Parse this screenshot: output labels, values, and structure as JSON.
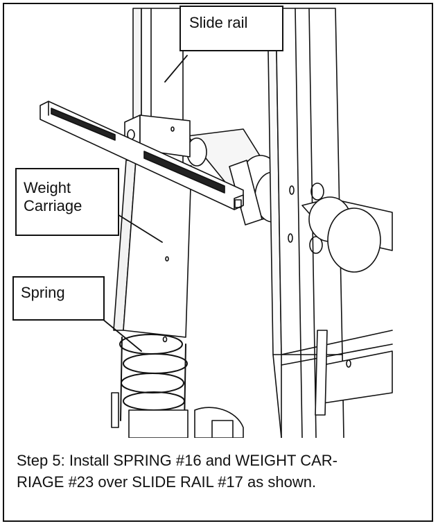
{
  "callouts": {
    "slide_rail": "Slide rail",
    "weight_carriage_line1": "Weight",
    "weight_carriage_line2": "Carriage",
    "spring": "Spring"
  },
  "caption": {
    "line1": "Step 5:  Install SPRING #16 and WEIGHT CAR-",
    "line2": "RIAGE #23 over SLIDE RAIL #17 as shown."
  }
}
